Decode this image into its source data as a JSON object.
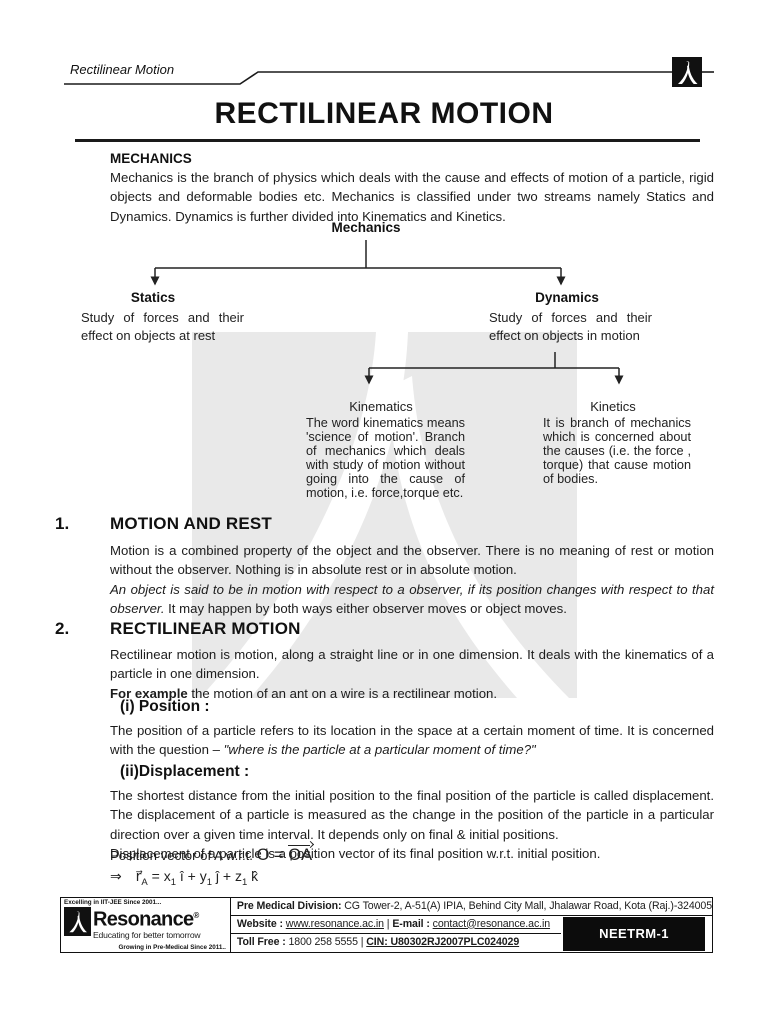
{
  "header": {
    "label": "Rectilinear Motion"
  },
  "title": "RECTILINEAR MOTION",
  "mechanics": {
    "heading": "MECHANICS",
    "body": "Mechanics is the branch of physics which deals with the cause and effects of motion of a particle, rigid objects and deformable bodies etc. Mechanics is classified under two streams namely Statics and Dynamics. Dynamics is further divided into Kinematics and Kinetics."
  },
  "tree": {
    "root": "Mechanics",
    "statics_label": "Statics",
    "statics_desc": "Study of forces and their effect on objects at rest",
    "dynamics_label": "Dynamics",
    "dynamics_desc": "Study of forces and their effect on objects in motion",
    "kinematics_label": "Kinematics",
    "kinematics_desc": "The word kinematics means 'science of motion'. Branch of mechanics which deals with study of motion without going into the cause of motion, i.e. force,torque etc.",
    "kinetics_label": "Kinetics",
    "kinetics_desc": "It is branch of mechanics which is concerned about the causes (i.e. the force , torque) that cause motion of bodies."
  },
  "section1": {
    "number": "1.",
    "heading": "MOTION AND REST",
    "p1": "Motion is a combined property of the object and the observer. There is no meaning of rest or motion without the observer. Nothing is in absolute rest or in absolute motion.",
    "p2_italic": "An object is said to be in motion with respect to a observer, if its position changes with respect to that observer.",
    "p2_rest": " It may happen by both ways either observer moves or object moves."
  },
  "section2": {
    "number": "2.",
    "heading": "RECTILINEAR MOTION",
    "p1": "Rectilinear motion is motion, along a straight line or in one dimension. It deals with the kinematics of a particle in one dimension.",
    "example_label": "For example",
    "example_rest": " the motion of an ant on a wire is a rectilinear motion."
  },
  "position": {
    "heading": "(i) Position :",
    "p1": "The position of a particle refers to its location in the space at a certain moment of time. It is concerned with the question – ",
    "p1_italic": "\"where is the particle at a particular moment of time?\""
  },
  "displacement": {
    "heading": "(ii)Displacement :",
    "p1": "The shortest distance from the initial position to the final position of the particle is called displacement. The displacement of a particle is measured as the change in the position of the particle in a particular direction over a given time interval.  It depends only on final & initial positions.",
    "p2": "Displacement of a particle is a position vector of its final position w.r.t. initial position.",
    "pv_prefix": "Position vector of A w.r.t. ",
    "pv_o": "O = ",
    "pv_oa": "OA",
    "f_arrow": "⇒ ",
    "f_r": "r⃗",
    "f_rsub": "A",
    "f_t1": " = x",
    "f_s1": "1",
    "f_t2": " î + y",
    "f_s2": "1",
    "f_t3": " ĵ +  z",
    "f_s3": "1",
    "f_t4": " k̂"
  },
  "footer": {
    "top_note": "Excelling in IIT-JEE Since 2001...",
    "brand": "Resonance",
    "brand_reg": "®",
    "tagline": "Educating for better tomorrow",
    "bottom_note": "Growing in Pre-Medical Since 2011..",
    "division_label": "Pre Medical Division:",
    "division_value": " CG Tower-2, A-51(A) IPIA, Behind City Mall, Jhalawar Road, Kota (Raj.)-324005",
    "website_label": "Website : ",
    "website_value": "www.resonance.ac.in",
    "sep1": " | ",
    "email_label": "E-mail : ",
    "email_value": "contact@resonance.ac.in",
    "tollfree_label": "Toll Free : ",
    "tollfree_value": "1800 258 5555 ",
    "sep2": " | ",
    "cin": "CIN: U80302RJ2007PLC024029",
    "code": "NEETRM-1"
  }
}
